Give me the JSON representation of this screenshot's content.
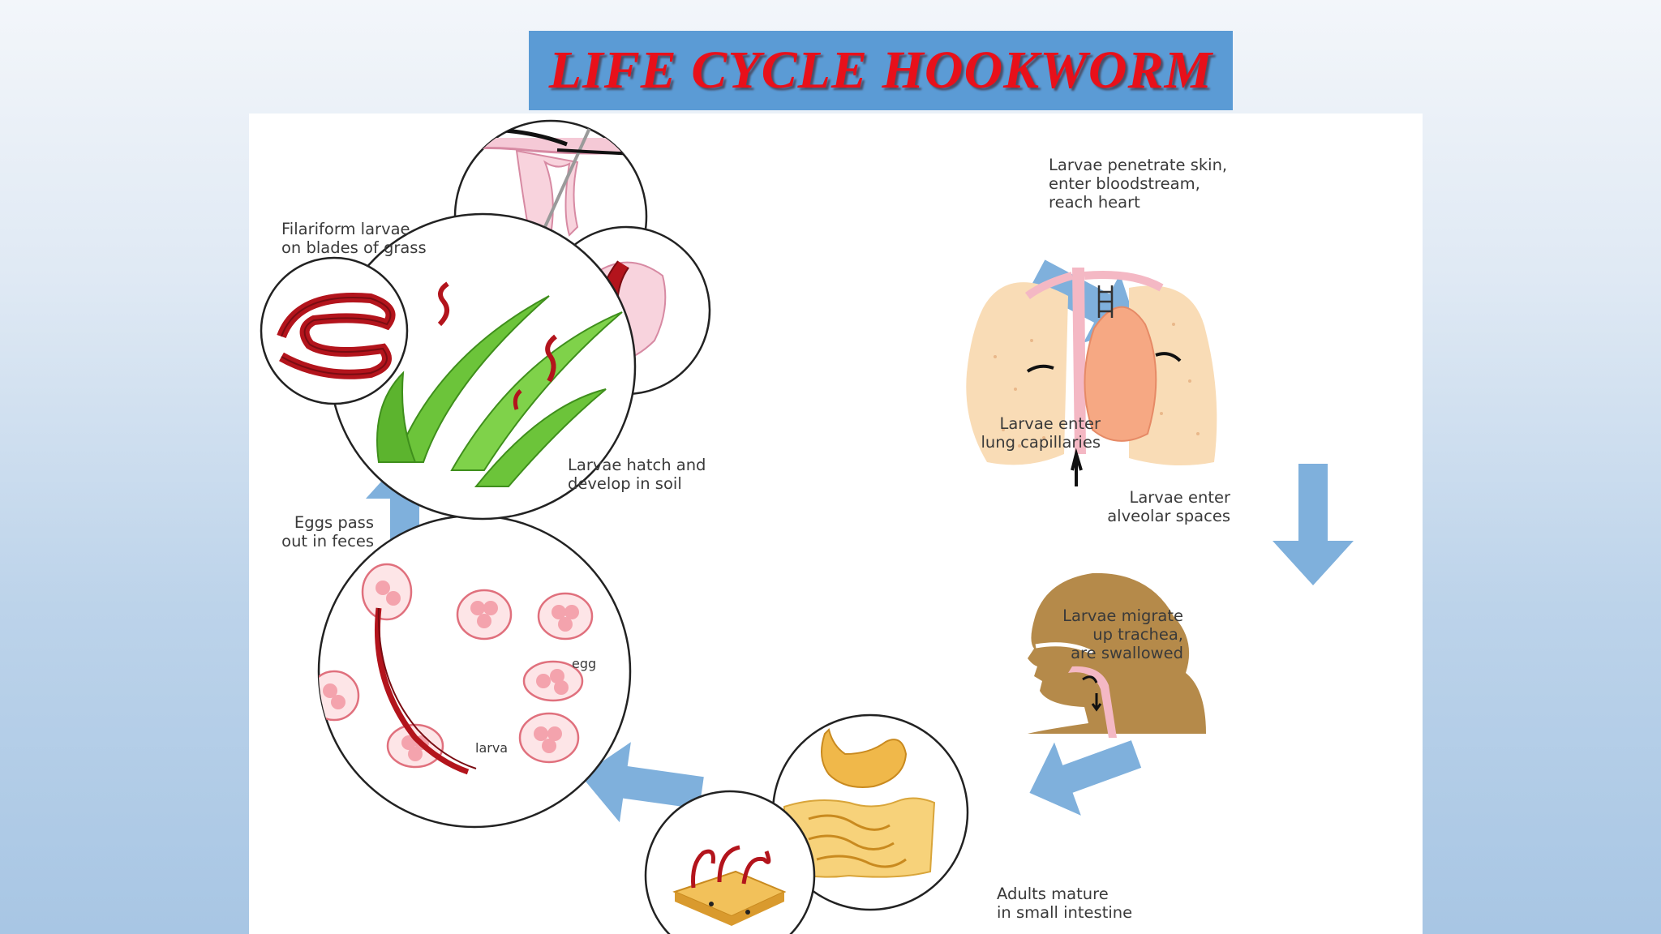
{
  "title": "LIFE CYCLE HOOKWORM",
  "labels": {
    "skin": "Larvae penetrate skin,\nenter bloodstream,\nreach heart",
    "lung": "Larvae enter\nlung capillaries",
    "alveolar": "Larvae enter\nalveolar spaces",
    "trachea": "Larvae migrate\nup trachea,\nare swallowed",
    "intestine": "Adults mature\nin small intestine",
    "eggs_feces": "Eggs pass\nout in feces",
    "hatch": "Larvae hatch and\ndevelop in soil",
    "filariform": "Filariform larvae\non blades of grass",
    "egg": "egg",
    "larva": "larva"
  },
  "colors": {
    "title_bg": "#5b9bd5",
    "title_text": "#e8101a",
    "arrow": "#7fb0dc",
    "worm": "#b3141c",
    "grass": "#6cc43a",
    "lung": "#f9dcb6",
    "heart": "#f6a883",
    "head": "#b58a4a",
    "intestine": "#f0b84a"
  }
}
